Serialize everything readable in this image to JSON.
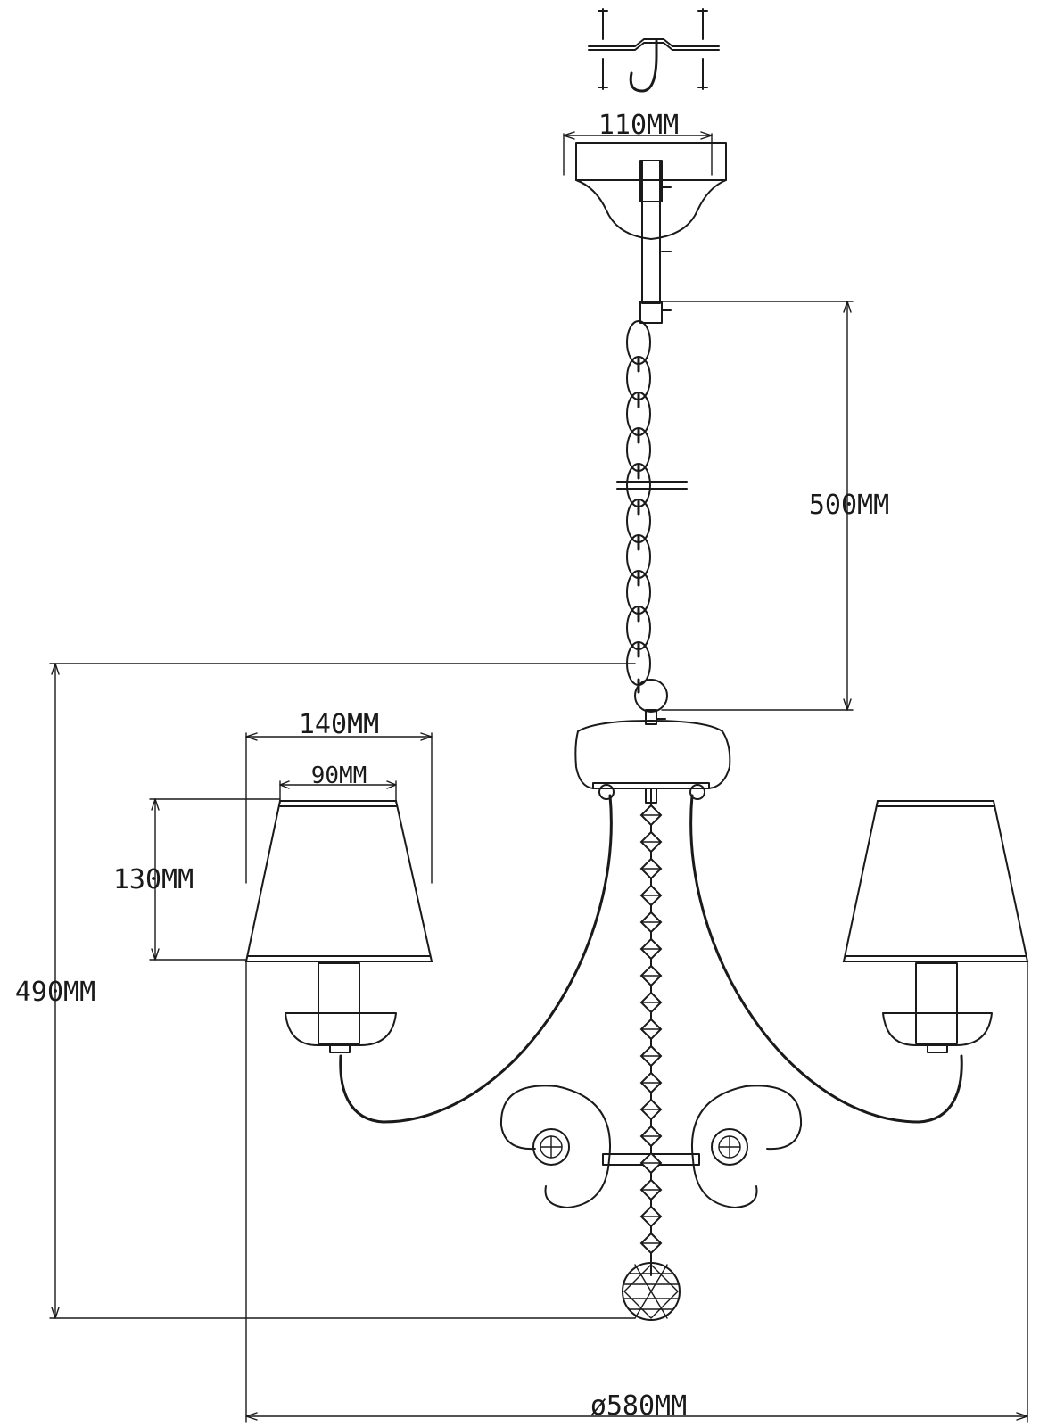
{
  "dimensions": {
    "canopy_width": "110MM",
    "chain_length": "500MM",
    "shade_top_width": "140MM",
    "shade_bottom_width": "90MM",
    "shade_height": "130MM",
    "total_height": "490MM",
    "total_diameter": "ø580MM"
  },
  "colors": {
    "line": "#1a1a1a",
    "background": "#ffffff"
  }
}
